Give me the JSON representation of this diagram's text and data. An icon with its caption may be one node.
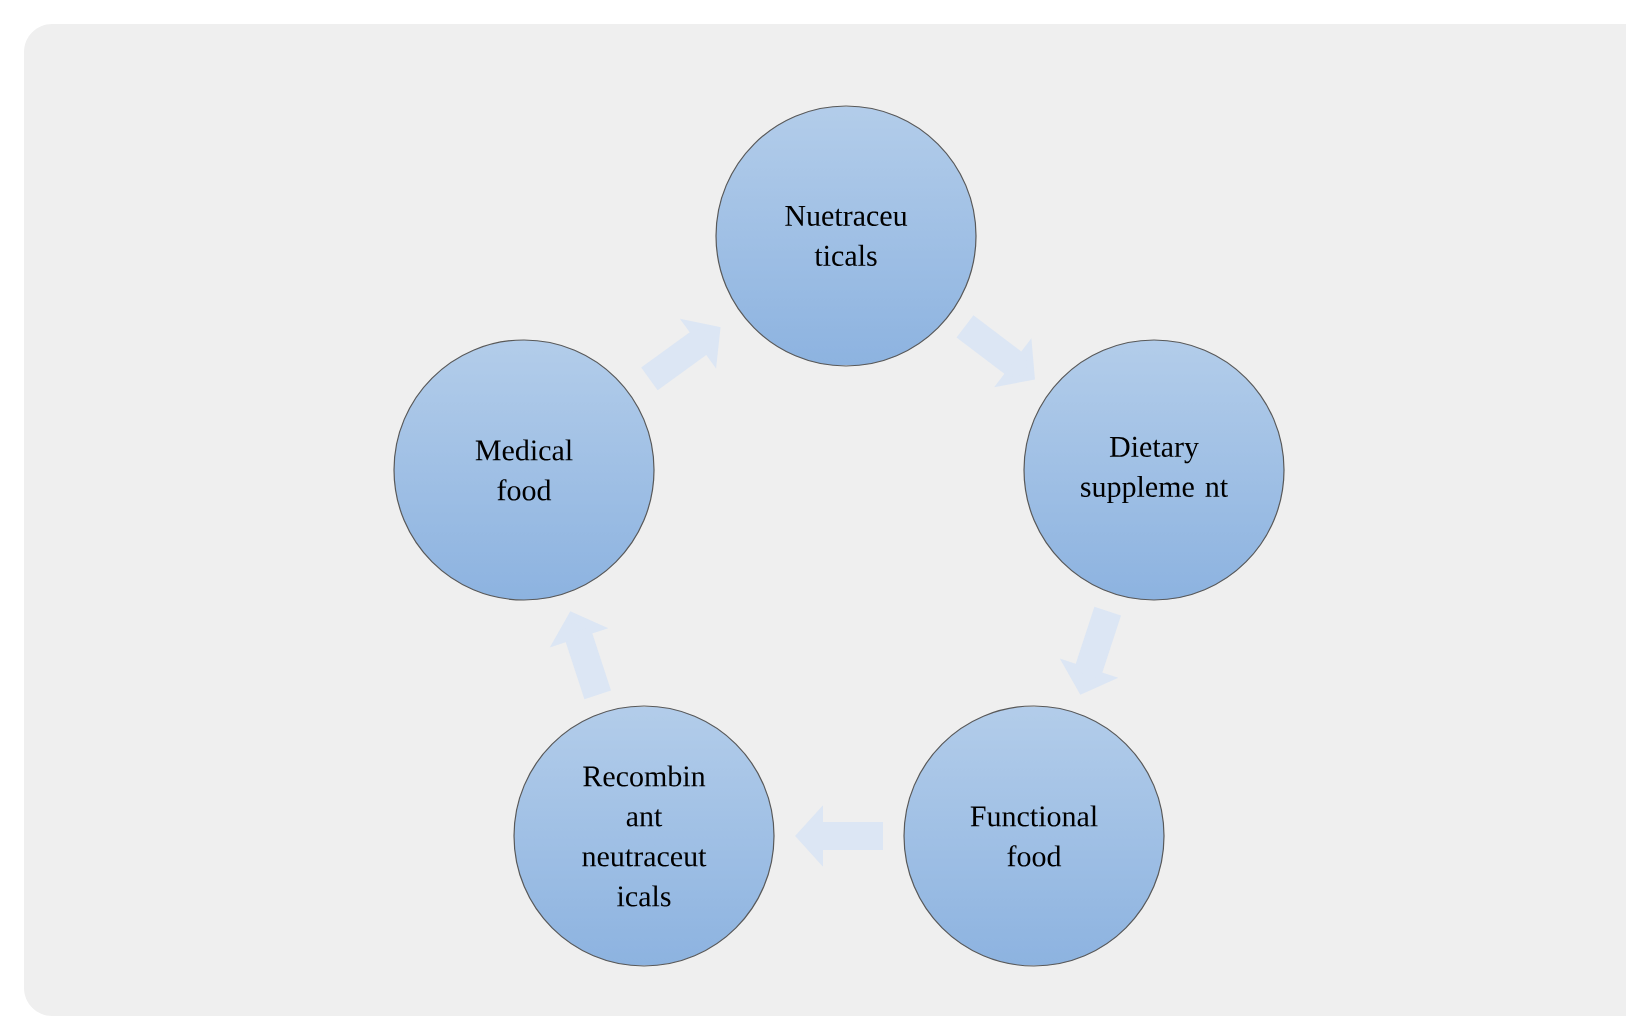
{
  "diagram": {
    "nodes": [
      {
        "text": [
          "Nuetraceu ticals"
        ]
      },
      {
        "text": [
          "Dietary suppleme nt"
        ]
      },
      {
        "text": [
          "Functional food"
        ]
      },
      {
        "text": [
          "Recombin ant neutraceut icals"
        ]
      },
      {
        "text": [
          "Medical food"
        ]
      }
    ],
    "edges": [
      {
        "from": 0,
        "to": 1,
        "arrow": "to"
      },
      {
        "from": 1,
        "to": 2,
        "arrow": "to"
      },
      {
        "from": 2,
        "to": 3,
        "arrow": "to"
      },
      {
        "from": 3,
        "to": 4,
        "arrow": "to"
      },
      {
        "from": 4,
        "to": 0,
        "arrow": "to"
      }
    ]
  }
}
